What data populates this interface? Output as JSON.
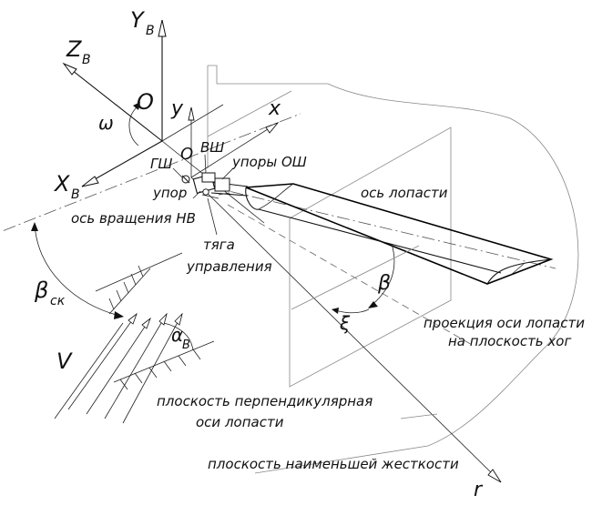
{
  "axes": {
    "yb": "Y",
    "yb_sub": "B",
    "zb": "Z",
    "zb_sub": "B",
    "xb": "X",
    "xb_sub": "B",
    "o_upper": "O",
    "o_lower": "O",
    "y": "y",
    "x": "x",
    "r": "r"
  },
  "angles": {
    "omega": "ω",
    "beta_sk": "β",
    "beta_sk_sub": "ск",
    "alpha_b": "α",
    "alpha_b_sub": "B",
    "beta": "β",
    "xi": "ξ",
    "v": "V"
  },
  "labels": {
    "gsh": "ГШ",
    "vsh": "ВШ",
    "stops_osh": "упоры  ОШ",
    "stop": "упор",
    "rotation_axis": "ось вращения НВ",
    "blade_axis": "ось лопасти",
    "control_rod_1": "тяга",
    "control_rod_2": "управления",
    "projection_1": "проекция оси лопасти",
    "projection_2": "на плоскость хог",
    "perp_plane_1": "плоскость перпендикулярная",
    "perp_plane_2": "оси лопасти",
    "min_stiffness_plane": "плоскость наименьшей жесткости"
  }
}
